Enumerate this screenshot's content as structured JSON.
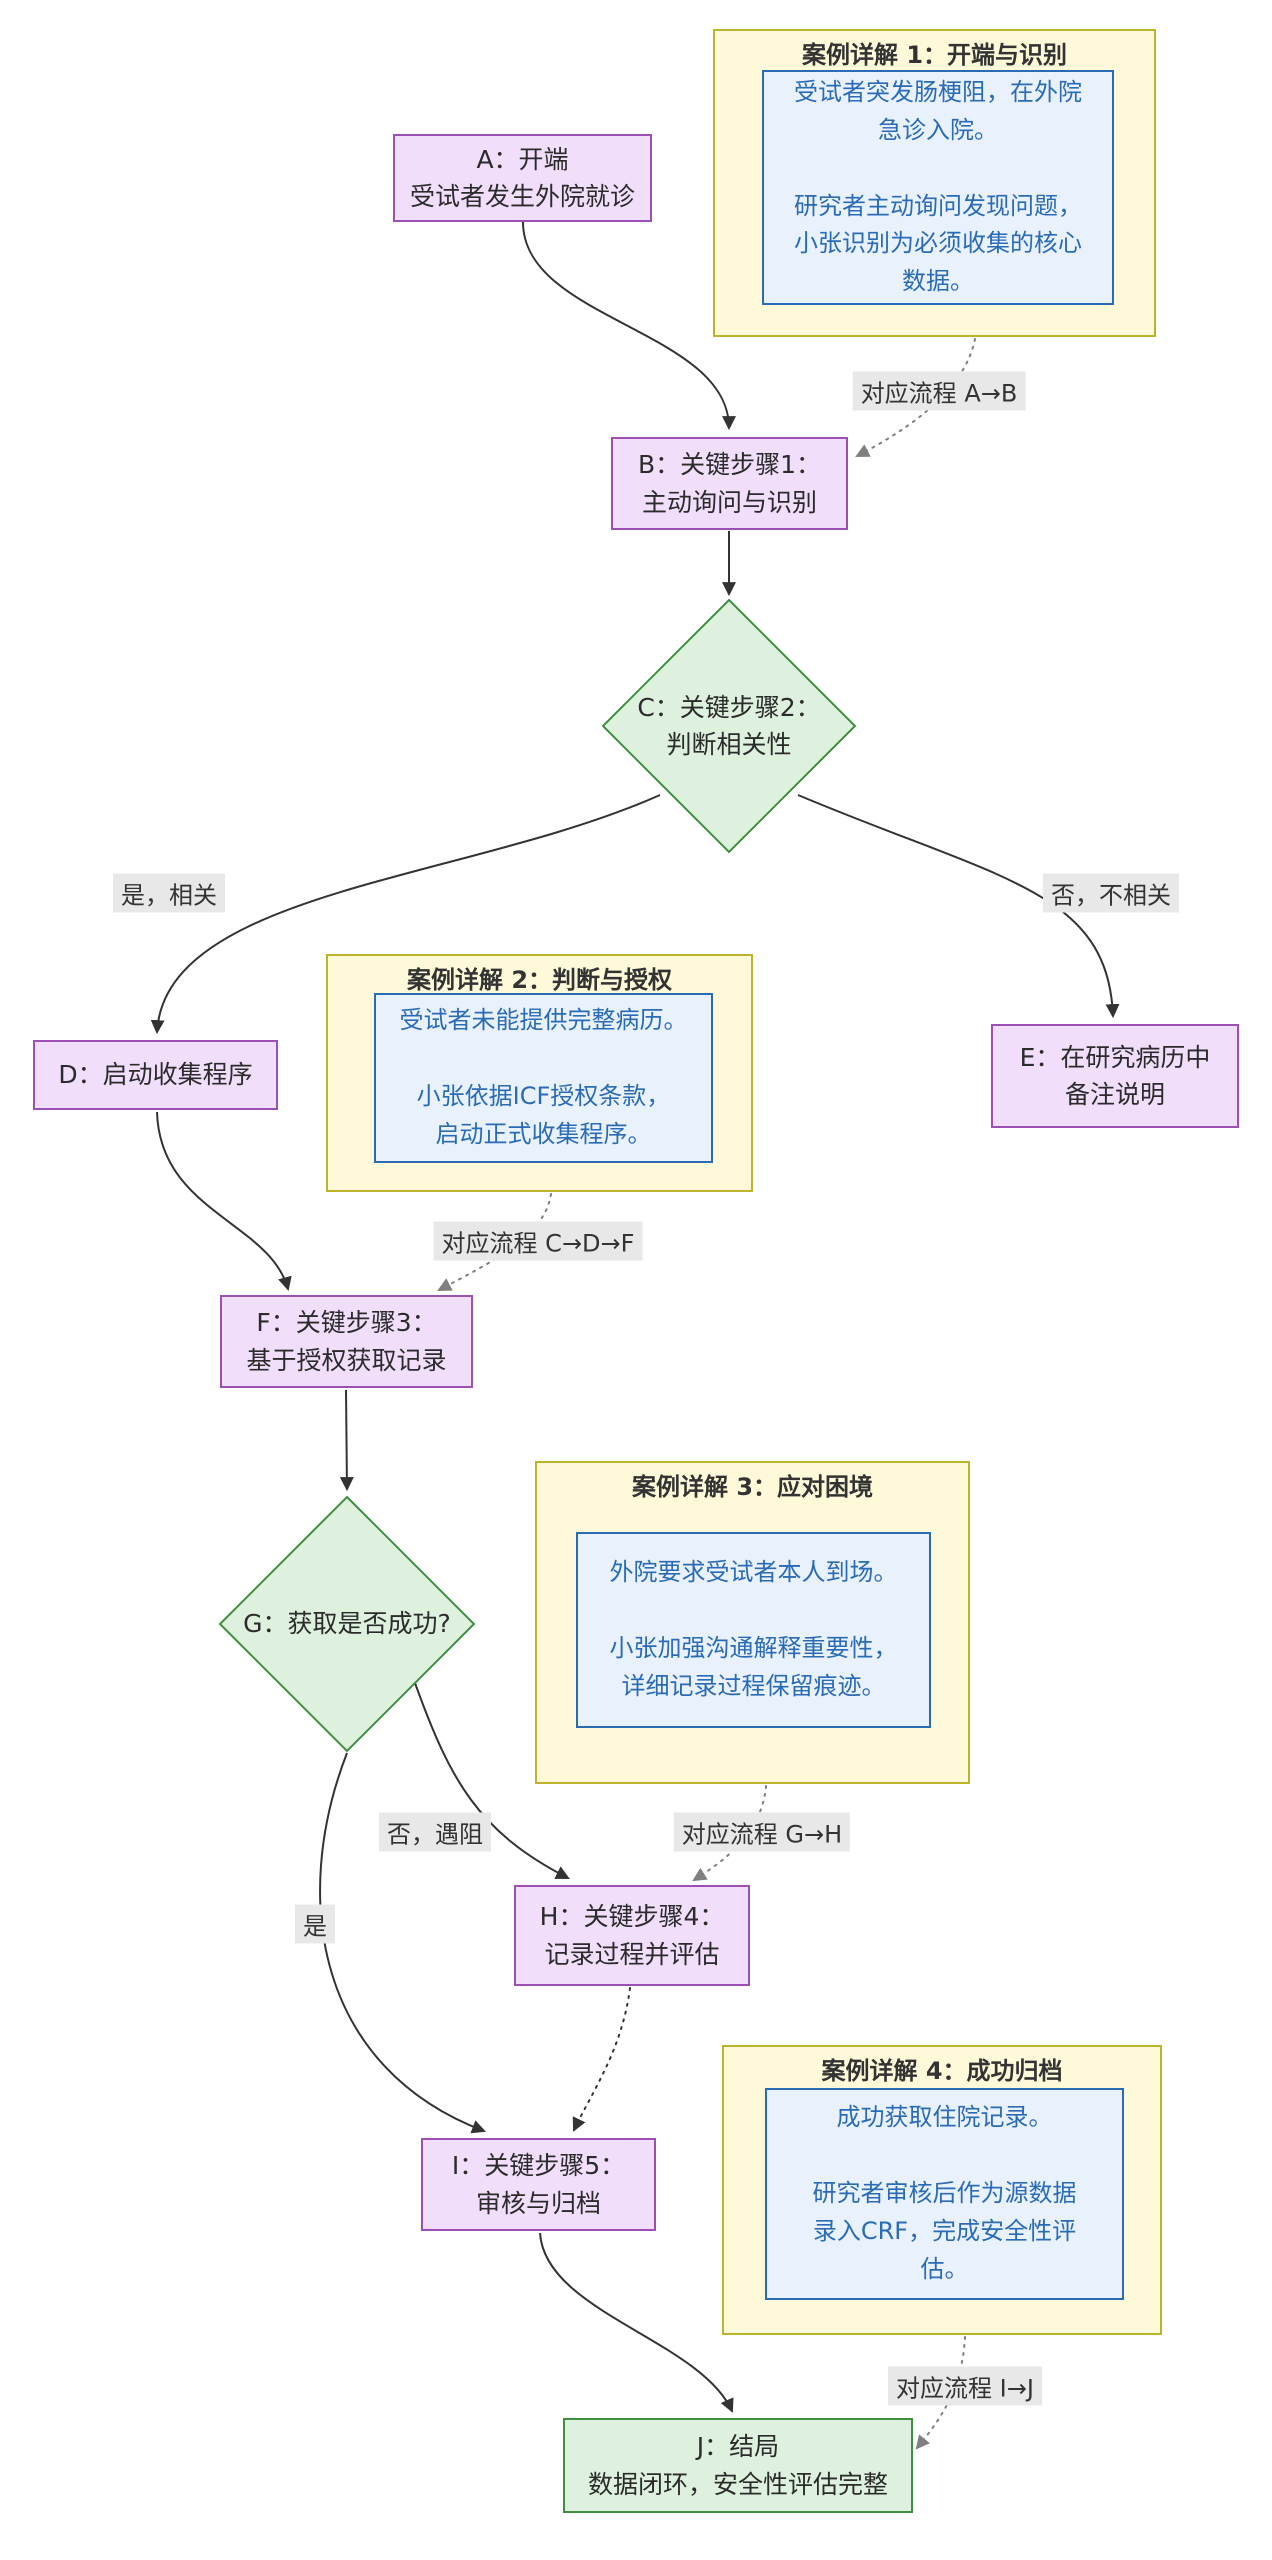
{
  "colors": {
    "node_purple_fill": "#f0defa",
    "node_purple_border": "#9c4fb5",
    "node_green_fill": "#def0de",
    "node_green_border": "#3f8f3f",
    "note_yellow_fill": "#fdf9d9",
    "note_yellow_border": "#bdb42c",
    "note_inner_fill": "#e9f2fc",
    "note_inner_border": "#2a6bb5",
    "note_inner_text": "#2a6bb5",
    "edge_color": "#333333",
    "note_link_color": "#808080",
    "edge_label_bg": "#e8e8e8"
  },
  "nodes": {
    "a": "A：开端\n受试者发生外院就诊",
    "b": "B：关键步骤1：\n主动询问与识别",
    "c": "C：关键步骤2：\n判断相关性",
    "d": "D：启动收集程序",
    "e": "E：在研究病历中\n备注说明",
    "f": "F：关键步骤3：\n基于授权获取记录",
    "g": "G：获取是否成功?",
    "h": "H：关键步骤4：\n记录过程并评估",
    "i": "I：关键步骤5：\n审核与归档",
    "j": "J：结局\n数据闭环，安全性评估完整"
  },
  "edge_labels": {
    "c_yes": "是，相关",
    "c_no": "否，不相关",
    "g_no": "否，遇阻",
    "g_yes": "是",
    "link1": "对应流程 A→B",
    "link2": "对应流程 C→D→F",
    "link3": "对应流程 G→H",
    "link4": "对应流程 I→J"
  },
  "notes": {
    "n1": {
      "title": "案例详解 1：开端与识别",
      "body": "受试者突发肠梗阻，在外院\n急诊入院。\n\n研究者主动询问发现问题，\n小张识别为必须收集的核心\n数据。"
    },
    "n2": {
      "title": "案例详解 2：判断与授权",
      "body": "受试者未能提供完整病历。\n\n小张依据ICF授权条款，\n启动正式收集程序。"
    },
    "n3": {
      "title": "案例详解 3：应对困境",
      "body": "外院要求受试者本人到场。\n\n小张加强沟通解释重要性，\n详细记录过程保留痕迹。"
    },
    "n4": {
      "title": "案例详解 4：成功归档",
      "body": "成功获取住院记录。\n\n研究者审核后作为源数据\n录入CRF，完成安全性评\n估。"
    }
  }
}
